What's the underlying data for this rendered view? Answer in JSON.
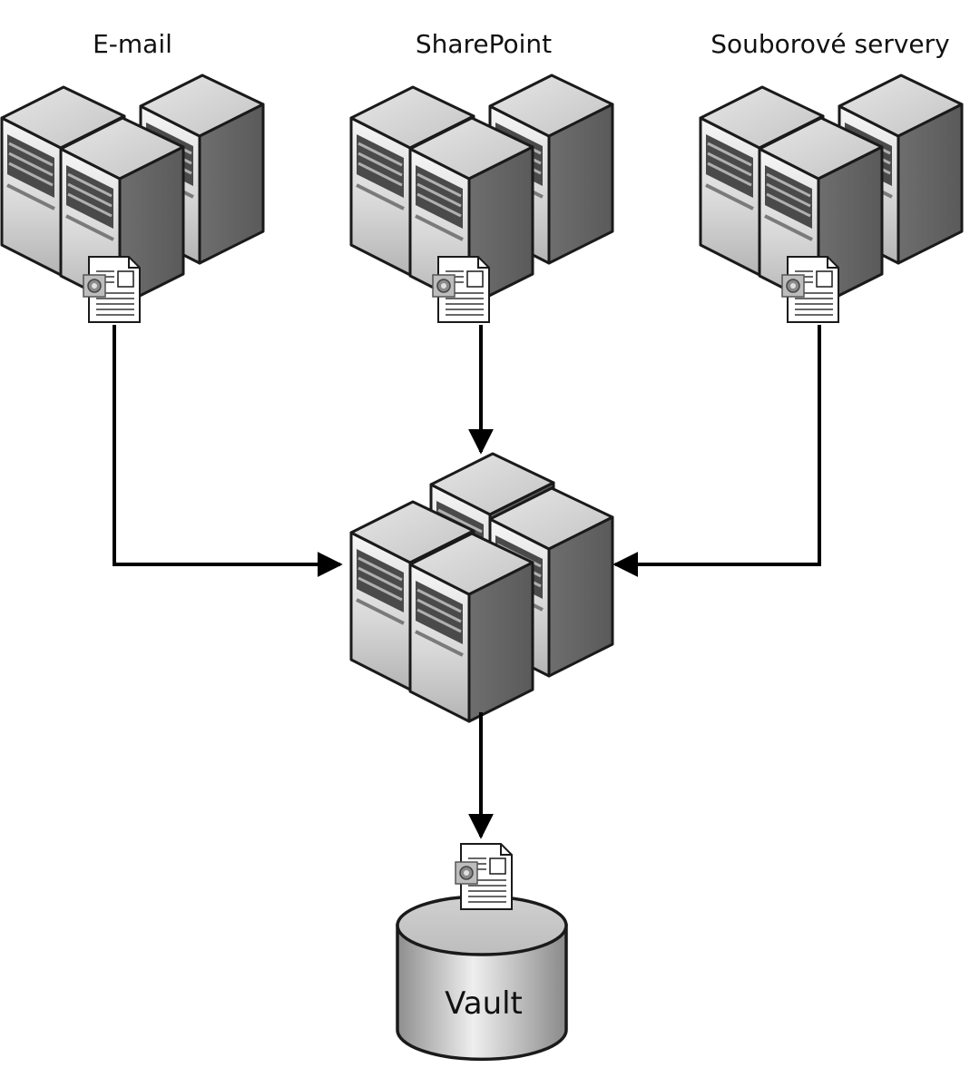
{
  "sources": [
    {
      "id": "email",
      "label": "E-mail"
    },
    {
      "id": "sharepoint",
      "label": "SharePoint"
    },
    {
      "id": "fileservers",
      "label": "Souborové servery"
    }
  ],
  "vault": {
    "label": "Vault"
  },
  "colors": {
    "server_front_light": "#f2f2f2",
    "server_front_dark": "#bcbcbc",
    "server_side": "#6a6a6a",
    "server_top": "#d9d9d9",
    "outline": "#1a1a1a",
    "arrow": "#000000",
    "vault_body_light": "#e8e8e8",
    "vault_body_dark": "#9a9a9a"
  },
  "icons": [
    "server-cluster-icon",
    "document-icon",
    "database-cylinder-icon"
  ]
}
